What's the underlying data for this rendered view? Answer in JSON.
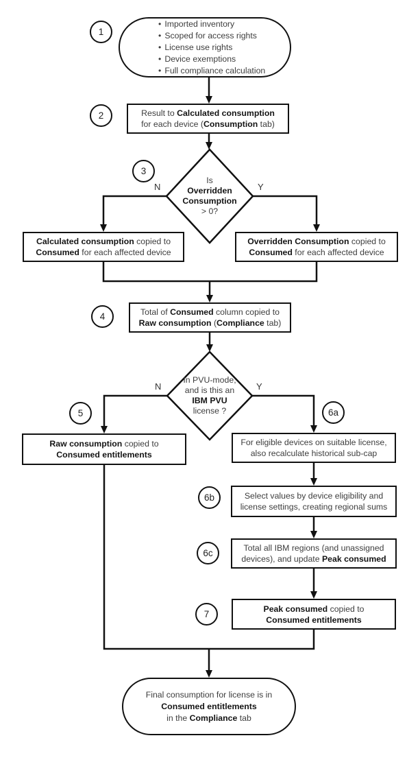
{
  "colors": {
    "line": "#111111",
    "text": "#3d3d3d",
    "text_bold": "#141414",
    "background": "#ffffff"
  },
  "labels": {
    "no": "N",
    "yes": "Y",
    "bullet": "•"
  },
  "badges": {
    "b1": "1",
    "b2": "2",
    "b3": "3",
    "b4": "4",
    "b5": "5",
    "b6a": "6a",
    "b6b": "6b",
    "b6c": "6c",
    "b7": "7"
  },
  "nodes": {
    "start": {
      "items": [
        "Imported inventory",
        "Scoped for access rights",
        "License use rights",
        "Device exemptions",
        "Full compliance calculation"
      ]
    },
    "box2": {
      "lines": [
        [
          {
            "t": "Result to ",
            "b": false
          },
          {
            "t": "Calculated consumption",
            "b": true
          }
        ],
        [
          {
            "t": "for each device (",
            "b": false
          },
          {
            "t": "Consumption",
            "b": true
          },
          {
            "t": " tab)",
            "b": false
          }
        ]
      ]
    },
    "diamond_overridden": {
      "lines": [
        [
          {
            "t": "Is",
            "b": false
          }
        ],
        [
          {
            "t": "Overridden",
            "b": true
          }
        ],
        [
          {
            "t": "Consumption",
            "b": true
          }
        ],
        [
          {
            "t": "> 0?",
            "b": false
          }
        ]
      ]
    },
    "box_calculated": {
      "lines": [
        [
          {
            "t": "Calculated consumption",
            "b": true
          },
          {
            "t": " copied to",
            "b": false
          }
        ],
        [
          {
            "t": "Consumed",
            "b": true
          },
          {
            "t": " for each affected device",
            "b": false
          }
        ]
      ]
    },
    "box_overridden": {
      "lines": [
        [
          {
            "t": "Overridden Consumption",
            "b": true
          },
          {
            "t": " copied to",
            "b": false
          }
        ],
        [
          {
            "t": "Consumed",
            "b": true
          },
          {
            "t": " for each affected device",
            "b": false
          }
        ]
      ]
    },
    "box4": {
      "lines": [
        [
          {
            "t": "Total of ",
            "b": false
          },
          {
            "t": "Consumed",
            "b": true
          },
          {
            "t": " column copied to",
            "b": false
          }
        ],
        [
          {
            "t": "Raw consumption",
            "b": true
          },
          {
            "t": " (",
            "b": false
          },
          {
            "t": "Compliance",
            "b": true
          },
          {
            "t": " tab)",
            "b": false
          }
        ]
      ]
    },
    "diamond_pvu": {
      "lines": [
        [
          {
            "t": "In PVU-mode,",
            "b": false
          }
        ],
        [
          {
            "t": "and is this an",
            "b": false
          }
        ],
        [
          {
            "t": "IBM PVU",
            "b": true
          }
        ],
        [
          {
            "t": "license ?",
            "b": false
          }
        ]
      ]
    },
    "box5": {
      "lines": [
        [
          {
            "t": "Raw consumption",
            "b": true
          },
          {
            "t": " copied to",
            "b": false
          }
        ],
        [
          {
            "t": "Consumed entitlements",
            "b": true
          }
        ]
      ]
    },
    "box6a": {
      "lines": [
        [
          {
            "t": "For eligible devices on suitable license,",
            "b": false
          }
        ],
        [
          {
            "t": "also recalculate historical sub-cap",
            "b": false
          }
        ]
      ]
    },
    "box6b": {
      "lines": [
        [
          {
            "t": "Select values by device eligibility and",
            "b": false
          }
        ],
        [
          {
            "t": "license settings, creating regional sums",
            "b": false
          }
        ]
      ]
    },
    "box6c": {
      "lines": [
        [
          {
            "t": "Total all IBM regions (and unassigned",
            "b": false
          }
        ],
        [
          {
            "t": "devices), and update ",
            "b": false
          },
          {
            "t": "Peak consumed",
            "b": true
          }
        ]
      ]
    },
    "box7": {
      "lines": [
        [
          {
            "t": "Peak consumed",
            "b": true
          },
          {
            "t": " copied to",
            "b": false
          }
        ],
        [
          {
            "t": "Consumed entitlements",
            "b": true
          }
        ]
      ]
    },
    "terminal": {
      "lines": [
        [
          {
            "t": "Final consumption for license is in",
            "b": false
          }
        ],
        [
          {
            "t": "Consumed entitlements",
            "b": true
          }
        ],
        [
          {
            "t": "in the ",
            "b": false
          },
          {
            "t": "Compliance",
            "b": true
          },
          {
            "t": " tab",
            "b": false
          }
        ]
      ]
    }
  }
}
